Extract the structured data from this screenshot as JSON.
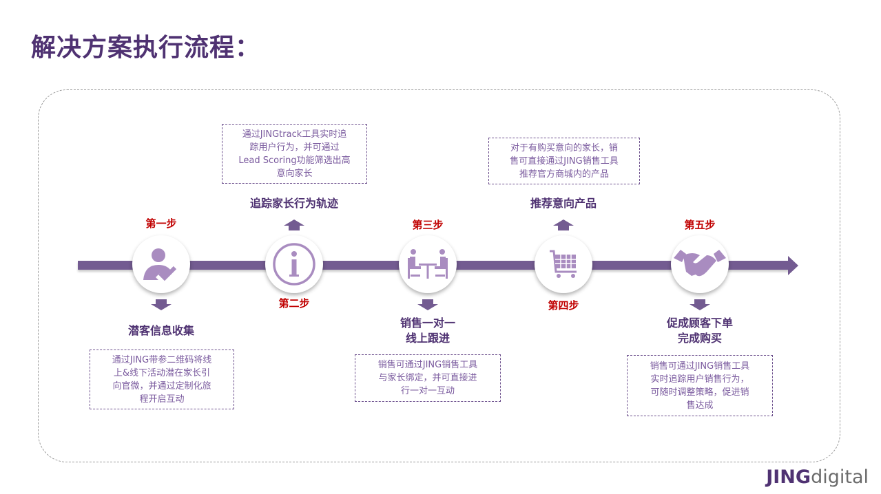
{
  "title": "解决方案执行流程：",
  "steps": [
    {
      "label": "第一步",
      "heading": [
        "潜客信息收集"
      ],
      "desc": [
        "通过JING带参二维码将线",
        "上&线下活动潜在家长引",
        "向官微，并通过定制化旅",
        "程开启互动"
      ],
      "icon": "user-check-icon"
    },
    {
      "label": "第二步",
      "heading": [
        "追踪家长行为轨迹"
      ],
      "desc": [
        "通过JINGtrack工具实时追",
        "踪用户行为，并可通过",
        "Lead Scoring功能筛选出高",
        "意向家长"
      ],
      "icon": "info-icon"
    },
    {
      "label": "第三步",
      "heading": [
        "销售一对一",
        "线上跟进"
      ],
      "desc": [
        "销售可通过JING销售工具",
        "与家长绑定，并可直接进",
        "行一对一互动"
      ],
      "icon": "meeting-icon"
    },
    {
      "label": "第四步",
      "heading": [
        "推荐意向产品"
      ],
      "desc": [
        "对于有购买意向的家长，销",
        "售可直接通过JING销售工具",
        "推荐官方商城内的产品"
      ],
      "icon": "shopping-cart-icon"
    },
    {
      "label": "第五步",
      "heading": [
        "促成顾客下单",
        "完成购买"
      ],
      "desc": [
        "销售可通过JING销售工具",
        "实时追踪用户销售行为，",
        "可随时调整策略，促进销",
        "售达成"
      ],
      "icon": "handshake-icon"
    }
  ],
  "logo": {
    "bold": "JING",
    "light": "digital"
  },
  "colors": {
    "accent": "#735b91",
    "icon": "#a98cc0",
    "step": "#c00000",
    "title": "#4f3272"
  }
}
